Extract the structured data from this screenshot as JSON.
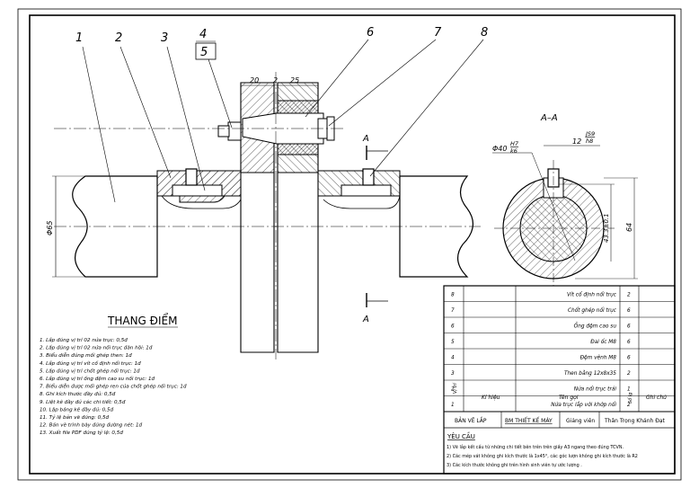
{
  "balloons": [
    "1",
    "2",
    "3",
    "4",
    "5",
    "6",
    "7",
    "8"
  ],
  "dims": {
    "top_a": "20",
    "top_b": "2",
    "top_c": "25",
    "shaft_dia": "Φ65",
    "fit_dia": "Φ40",
    "fit_num": "H7",
    "fit_den": "k6",
    "key_w": "12",
    "key_num": "JS9",
    "key_den": "h8",
    "key_depth": "43.3±0.1",
    "outer_h": "64"
  },
  "section": {
    "title": "A–A",
    "marker": "A"
  },
  "scoring": {
    "title": "THANG ĐIỂM",
    "items": [
      "1.  Lắp đúng vị trí 02 nửa trục: 0,5đ",
      "2.  Lắp đúng vị trí 02 nửa nối trục đàn hồi: 1đ",
      "3.  Biểu diễn đúng mối ghép then: 1đ",
      "4.  Lắp đúng vị trí vít cố định nối trục: 1đ",
      "5.  Lắp đúng vị trí chốt ghép nối trục: 1đ",
      "6.  Lắp đúng vị trí ống đệm cao su nối trục: 1đ",
      "7.  Biểu diễn được mối ghép ren của chốt ghép nối trục: 1đ",
      "8.  Ghi kích thước đầy đủ: 0,5đ",
      "9.  Liệt kê đầy đủ các chi tiết: 0,5đ",
      "10. Lập bảng kê đầy đủ: 0,5đ",
      "11. Tỷ lệ bản vẽ đúng: 0,5đ",
      "12. Bản vẽ trình bày đúng đường nét: 1đ",
      "13. Xuất file PDF đúng tỷ lệ: 0,5đ"
    ]
  },
  "parts_table": {
    "rows": [
      {
        "no": "8",
        "name": "Vít cố định nối trục",
        "qty": "2"
      },
      {
        "no": "7",
        "name": "Chốt ghép nối trục",
        "qty": "6"
      },
      {
        "no": "6",
        "name": "Ống đệm cao su",
        "qty": "6"
      },
      {
        "no": "5",
        "name": "Đai ốc M8",
        "qty": "6"
      },
      {
        "no": "4",
        "name": "Đệm vênh M8",
        "qty": "6"
      },
      {
        "no": "3",
        "name": "Then bằng 12x8x35",
        "qty": "2"
      },
      {
        "no": "2",
        "name": "Nửa nối trục trái",
        "qty": "1"
      },
      {
        "no": "1",
        "name": "Nửa trục lắp với khớp nối",
        "qty": "2"
      }
    ],
    "header": {
      "pos": "Vị trí",
      "symbol": "Kí hiệu",
      "name": "Tên gọi",
      "qty": "Số lg",
      "note": "Ghi chú"
    }
  },
  "title_block": {
    "cells": [
      "BẢN VẼ LẮP",
      "BM THIẾT KẾ MÁY",
      "Giảng viên",
      "Thân Trọng Khánh Đạt"
    ]
  },
  "requirements": {
    "title": "YÊU CẦU",
    "lines": [
      "1) Vẽ lắp kết cấu từ những chi tiết bên trên trên giấy A3 ngang theo đúng TCVN.",
      "2) Các mép vát không ghi kích thước là 1x45°, các góc lượn không ghi kích thước là R2",
      "3) Các kích thước không ghi trên hình sinh viên tự ước lượng ."
    ]
  }
}
